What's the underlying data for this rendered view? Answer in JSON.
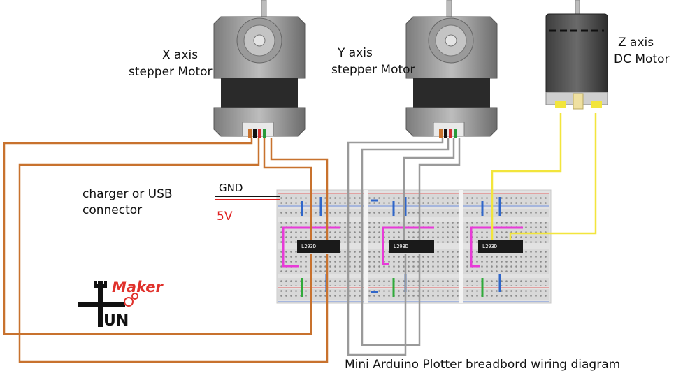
{
  "labels": {
    "x_motor": [
      "X axis",
      "stepper Motor"
    ],
    "y_motor": [
      "Y axis",
      "stepper Motor"
    ],
    "z_motor": [
      "Z axis",
      "DC Motor"
    ],
    "power": [
      "charger or USB",
      "connector"
    ],
    "gnd": "GND",
    "v5": "5V",
    "caption": "Mini Arduino Plotter breadbord wiring  diagram"
  },
  "chips": [
    "L293D",
    "L293D",
    "L293D"
  ],
  "logo": {
    "brand": "Maker",
    "brand2": "UN"
  },
  "colors": {
    "wire_orange": "#c8722e",
    "wire_gray": "#9a9a9a",
    "wire_yellow": "#f2e53c",
    "jumper_magenta": "#e83ad8",
    "jumper_blue": "#2f66c9",
    "jumper_green": "#2faa3a",
    "breadboard": "#dcdcdc",
    "chip": "#1a1a1a",
    "power_red": "#e02020"
  }
}
